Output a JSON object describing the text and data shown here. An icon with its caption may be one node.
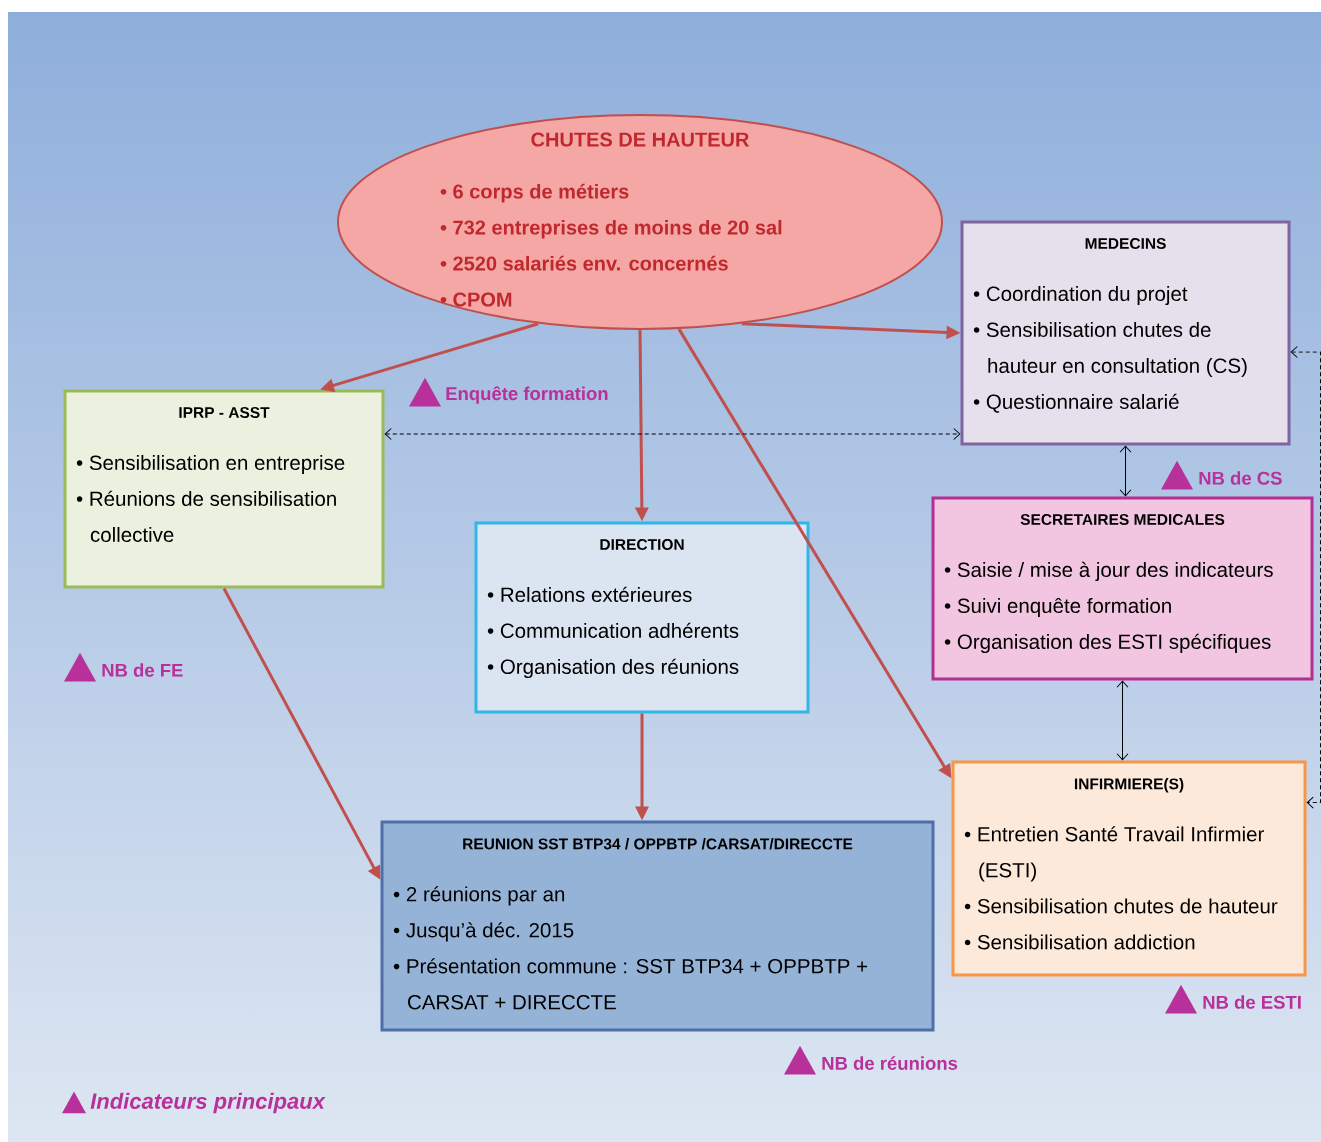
{
  "diagram": {
    "nodes": [
      {
        "text": [
          "CHUTES DE HAUTEUR",
          "• 6 corps de métiers",
          "• 732 entreprises de moins de 20 sal",
          "• 2520 salariés env. concernés",
          "• CPOM"
        ]
      },
      {
        "text": [
          "IPRP - ASST",
          "• Sensibilisation en entreprise",
          "• Réunions de sensibilisation collective"
        ]
      },
      {
        "text": [
          "DIRECTION",
          "• Relations extérieures",
          "• Communication adhérents",
          "• Organisation des réunions"
        ]
      },
      {
        "text": [
          "MEDECINS",
          "• Coordination du projet",
          "• Sensibilisation chutes de hauteur en consultation (CS)",
          "• Questionnaire salarié"
        ]
      },
      {
        "text": [
          "SECRETAIRES MEDICALES",
          "• Saisie / mise à jour des indicateurs",
          "• Suivi enquête formation",
          "• Organisation des ESTI spécifiques"
        ]
      },
      {
        "text": [
          "INFIRMIERE(S)",
          "• Entretien Santé Travail Infirmier (ESTI)",
          "• Sensibilisation chutes de hauteur",
          "• Sensibilisation addiction"
        ]
      },
      {
        "text": [
          "REUNION SST BTP34 / OPPBTP /CARSAT/DIRECCTE",
          "• 2 réunions par an",
          "• Jusqu’à déc. 2015",
          "• Présentation commune : SST BTP34 + OPPBTP + CARSAT + DIRECCTE"
        ]
      }
    ],
    "edges": [
      {
        "from": 0,
        "to": 1,
        "arrow": "to"
      },
      {
        "from": 0,
        "to": 2,
        "arrow": "to"
      },
      {
        "from": 0,
        "to": 3,
        "arrow": "to"
      },
      {
        "from": 0,
        "to": 5,
        "arrow": "to"
      },
      {
        "from": 1,
        "to": 6,
        "arrow": "to"
      },
      {
        "from": 2,
        "to": 6,
        "arrow": "to"
      },
      {
        "from": 1,
        "to": 3,
        "arrow": "both",
        "style": "dashed",
        "color": "#000000"
      },
      {
        "from": 3,
        "to": 4,
        "arrow": "both",
        "color": "#000000"
      },
      {
        "from": 4,
        "to": 5,
        "arrow": "both",
        "color": "#000000"
      },
      {
        "from": 3,
        "to": 5,
        "arrow": "both",
        "style": "dashed",
        "color": "#000000"
      }
    ],
    "labels": [
      "Enquête formation",
      "NB de CS",
      "NB de FE",
      "NB de ESTI",
      "NB de réunions"
    ],
    "legend": [
      {
        "text": "Indicateurs principaux"
      }
    ]
  }
}
